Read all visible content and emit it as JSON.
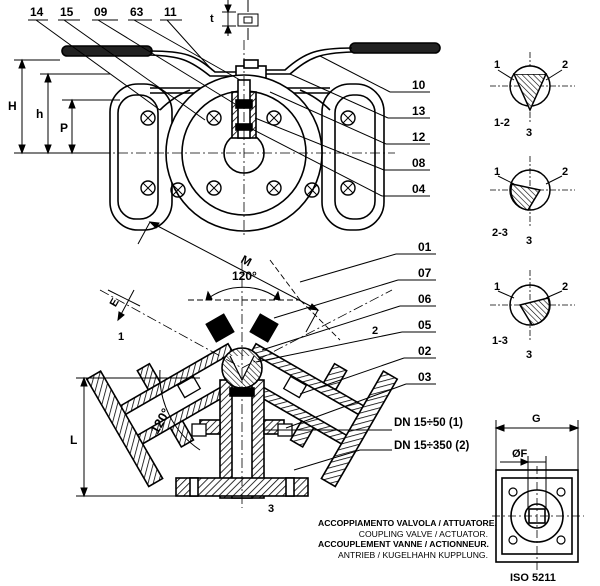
{
  "top_callouts": [
    "14",
    "15",
    "09",
    "63",
    "11"
  ],
  "right_callouts_top": [
    "10",
    "13",
    "12",
    "08",
    "04"
  ],
  "right_callouts_bottom": [
    "01",
    "07",
    "06",
    "05",
    "02",
    "03"
  ],
  "dims": {
    "H": "H",
    "h": "h",
    "P": "P",
    "t": "t",
    "M": "M",
    "E": "E",
    "L": "L",
    "G": "G",
    "F": "ØF"
  },
  "angles": [
    "120°",
    "120°"
  ],
  "port_labels": {
    "one": "1",
    "two": "2",
    "three": "3"
  },
  "flow_patterns": [
    {
      "left": "1",
      "right": "2",
      "bottom": "3",
      "code": "1-2"
    },
    {
      "left": "1",
      "right": "2",
      "bottom": "3",
      "code": "2-3"
    },
    {
      "left": "1",
      "right": "2",
      "bottom": "3",
      "code": "1-3"
    }
  ],
  "dn_labels": [
    "DN 15÷50 (1)",
    "DN 15÷350 (2)"
  ],
  "caption": [
    {
      "text": "ACCOPPIAMENTO VALVOLA / ATTUATORE.",
      "bold": true
    },
    {
      "text": "COUPLING VALVE / ACTUATOR.",
      "bold": false
    },
    {
      "text": "ACCOUPLEMENT VANNE / ACTIONNEUR.",
      "bold": true
    },
    {
      "text": "ANTRIEB / KUGELHAHN KUPPLUNG.",
      "bold": false
    }
  ],
  "iso_label": "ISO 5211"
}
